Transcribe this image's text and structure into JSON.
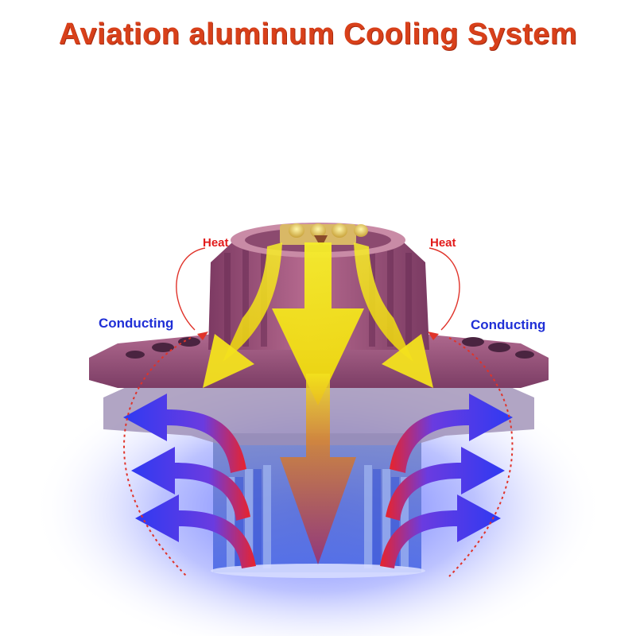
{
  "title": "Aviation aluminum Cooling System",
  "labels": {
    "heat_left": "Heat",
    "heat_right": "Heat",
    "conducting_left": "Conducting",
    "conducting_right": "Conducting"
  },
  "colors": {
    "title": "#d8401a",
    "heat_label": "#e21b1b",
    "conducting_label": "#1f2fd6",
    "heat_arrow": "#f0e61a",
    "cool_arrow": "#2a2af0",
    "housing": "#a0507c",
    "heatsink": "#6f8cd8",
    "glow": "#3b4cff"
  },
  "icons": [
    "led-chip-icon",
    "heat-arrow-icon",
    "airflow-arrow-icon"
  ]
}
